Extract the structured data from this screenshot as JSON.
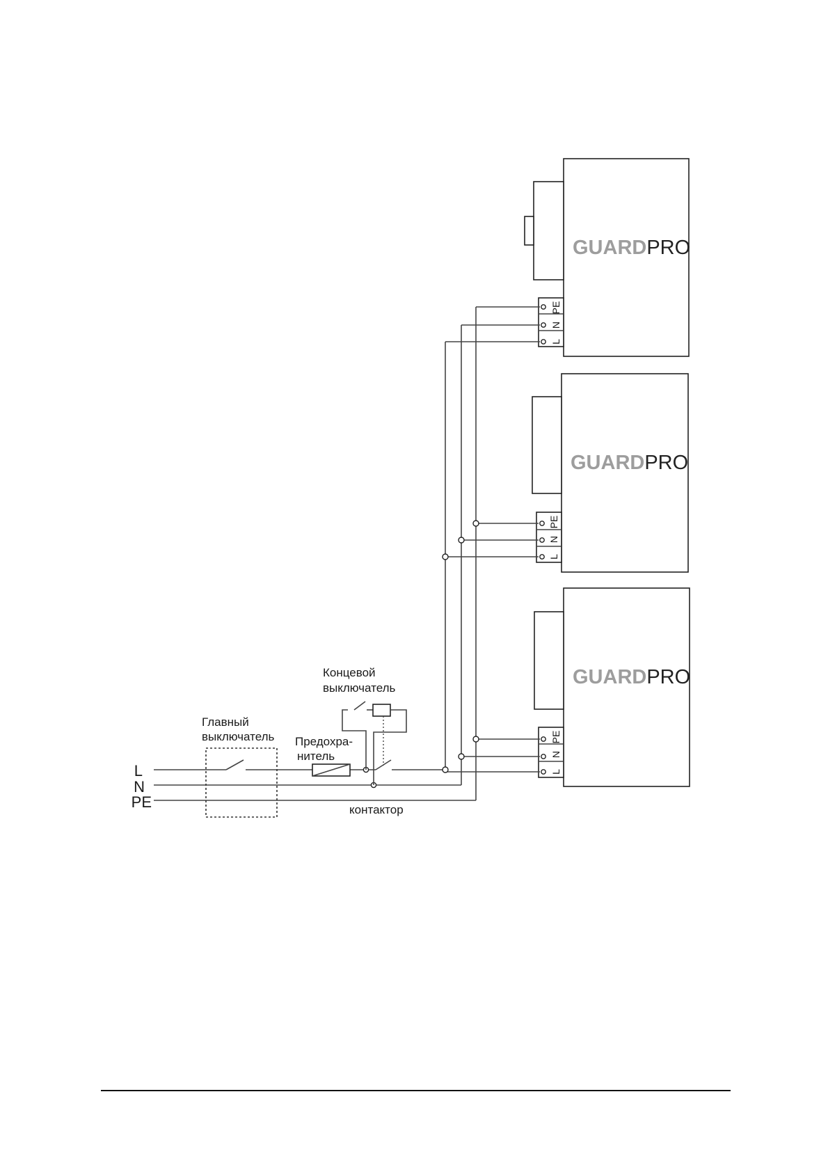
{
  "wires": {
    "L": "L",
    "N": "N",
    "PE": "PE"
  },
  "labels": {
    "main_switch": [
      "Главный",
      "выключатель"
    ],
    "limit_switch": [
      "Концевой",
      "выключатель"
    ],
    "fuse": [
      "Предохра-",
      "нитель"
    ],
    "contactor": "контактор"
  },
  "units": [
    {
      "brand_a": "GUARD",
      "brand_b": "PRO",
      "terminals": [
        "PE",
        "N",
        "L"
      ]
    },
    {
      "brand_a": "GUARD",
      "brand_b": "PRO",
      "terminals": [
        "PE",
        "N",
        "L"
      ]
    },
    {
      "brand_a": "GUARD",
      "brand_b": "PRO",
      "terminals": [
        "PE",
        "N",
        "L"
      ]
    }
  ]
}
